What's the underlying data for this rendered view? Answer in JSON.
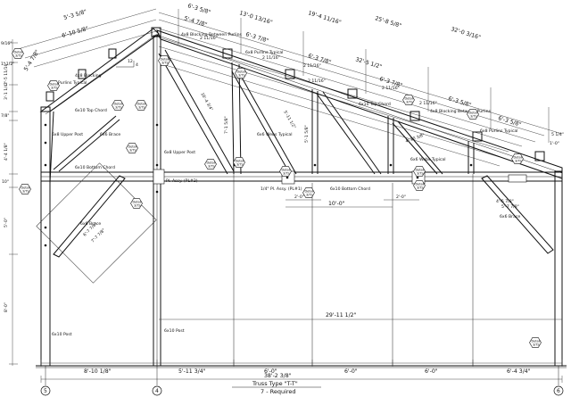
{
  "drawing": {
    "truss_type": "Truss Type \"T-T\"",
    "required": "7 - Required"
  },
  "grid_lines": [
    "5",
    "4",
    "6"
  ],
  "overall_dims": {
    "bottom_total": "38'-2 3/8\"",
    "bottom_segments": [
      "8'-10 1/8\"",
      "5'-11 3/4\"",
      "6'-0\"",
      "6'-0\"",
      "6'-0\"",
      "6'-4 3/4\""
    ],
    "interior_span": "29'-11 1/2\"",
    "chord_segment": "10'-0\"",
    "plate_offsets": [
      "2'-0\"",
      "2'-0\""
    ]
  },
  "top_dims": {
    "left_chain": [
      "5'-3 5/8\"",
      "6'-10 5/8\"",
      "5'-4 7/8\""
    ],
    "upper_chain": [
      "6'-3 5/8\"",
      "13'-0 13/16\"",
      "19'-4 11/16\"",
      "25'-8 5/8\"",
      "32'-0 3/16\""
    ],
    "purlin_chain": [
      "5'-4 7/8\"",
      "6'-3 7/8\"",
      "6'-3 7/8\"",
      "32'-5 1/2\"",
      "6'-3 7/8\"",
      "6'-3 5/8\"",
      "6'-3 5/8\""
    ],
    "vertical_2_11": [
      "2 11/16\"",
      "2 11/16\"",
      "2 11/16\"",
      "2 11/16\"",
      "2 11/16\"",
      "2 11/16\""
    ],
    "web_lengths": [
      "10'-4 3/4\"",
      "7'-1 5/8\"",
      "5'-11 1/2\"",
      "5'-1 5/8\"",
      "4'-10 3/8\""
    ],
    "right_vertical": [
      "5 1/4\"",
      "1'-0\""
    ]
  },
  "left_elev": [
    "9/16\"",
    "1'-1/2\"",
    "3'-1 1/4\"",
    "2'-5 11/16\"",
    "7/8\"",
    "4'-4 1/8\"",
    "10\"",
    "5'-0\"",
    "8'-0\""
  ],
  "labels": {
    "blocking_left": "4x8 Blocking",
    "purlins_left": "6x8 Purlins Typical",
    "top_chord_left": "6x10 Top Chord",
    "upper_post_left": "6x8 Upper Post",
    "brace_left_upper": "6x6 Brace",
    "bottom_chord_left": "6x10 Bottom Chord",
    "brace_left_lower": "6x6 Brace",
    "post_left": "6x10 Post",
    "blocking_between_left": "4x8 Blocking Between Purlins",
    "purlins_mid": "6x8 Purlins Typical",
    "upper_post_mid": "6x8 Upper Post",
    "webs_mid": "6x6 Webs Typical",
    "pl_assy_left": "Pl. Assy. (PL#2)",
    "pl_assy_mid": "1/4\" Pl. Assy. (PL#1)",
    "bottom_chord_mid": "6x10 Bottom Chord",
    "top_chord_right": "6x10 Top Chord",
    "blocking_between_right": "4x8 Blocking Between Purlins",
    "purlins_right": "6x8 Purlins Typical",
    "webs_right": "6x6 Webs Typical",
    "brace_right": "6x6 Brace",
    "post_mid": "6x10 Post",
    "brace_dims_left": [
      "6'-7 7/8\"",
      "7'-7 7/8\""
    ],
    "brace_dims_right": [
      "4'-5 7/8\"",
      "5'-7 7/8\""
    ]
  },
  "pitch": {
    "rise": "12",
    "run": "4"
  },
  "detail_tag": "Detail 3/TS"
}
